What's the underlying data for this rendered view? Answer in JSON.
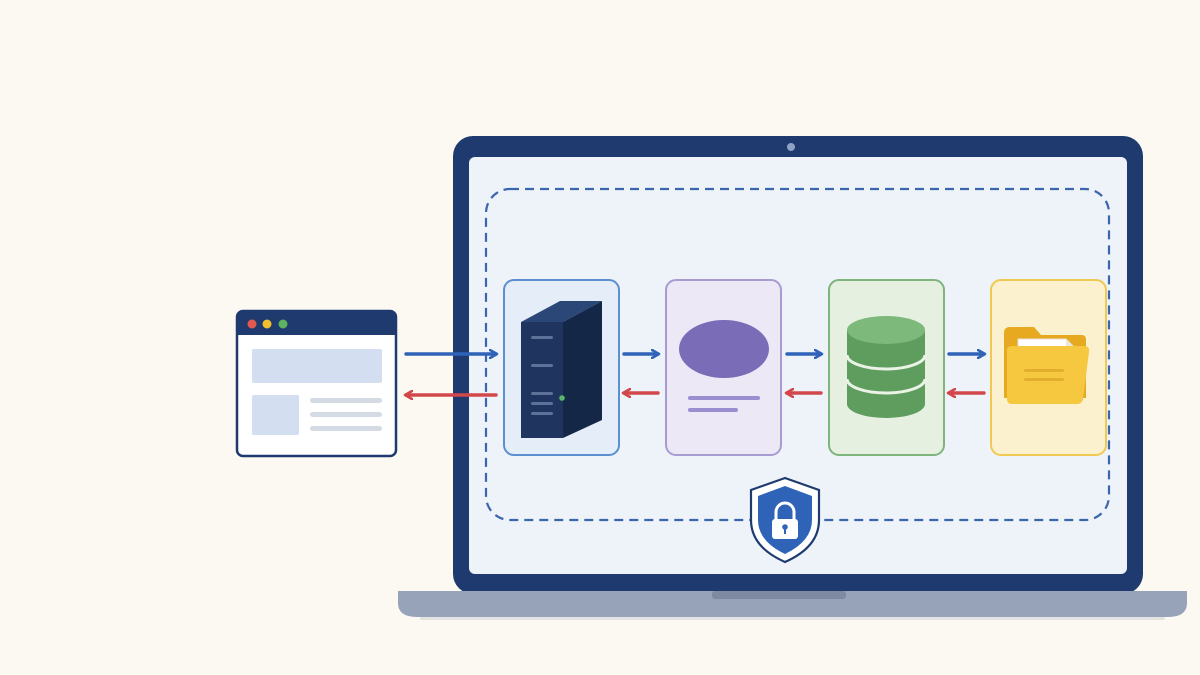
{
  "colors": {
    "background": "#fcf9f3",
    "laptop_bezel": "#1e3a6e",
    "laptop_screen": "#eef3fa",
    "laptop_base": "#97a3b8",
    "boundary_dash": "#3a66ad",
    "request_arrow": "#2f63b8",
    "response_arrow": "#d2474a",
    "server": "#1f3560",
    "app_oval": "#7b6cb7",
    "database": "#5f9d5f",
    "folder": "#f3c23e",
    "shield": "#2f63b8"
  },
  "icons": {
    "client": "browser-window-icon",
    "server": "server-tower-icon",
    "app": "application-icon",
    "database": "database-icon",
    "storage": "folder-icon",
    "security": "shield-lock-icon"
  },
  "nodes": [
    {
      "id": "server",
      "icon": "server-tower-icon",
      "fill": "#e4edf8",
      "stroke": "#5b8fd0"
    },
    {
      "id": "app",
      "icon": "application-icon",
      "fill": "#ece8f6",
      "stroke": "#a79bd2"
    },
    {
      "id": "database",
      "icon": "database-icon",
      "fill": "#e5f0e1",
      "stroke": "#7fb47c"
    },
    {
      "id": "storage",
      "icon": "folder-icon",
      "fill": "#fcf1cf",
      "stroke": "#efc951"
    }
  ],
  "edges": [
    {
      "from": "client",
      "to": "server",
      "direction": "request"
    },
    {
      "from": "server",
      "to": "client",
      "direction": "response"
    },
    {
      "from": "server",
      "to": "app",
      "direction": "request"
    },
    {
      "from": "app",
      "to": "server",
      "direction": "response"
    },
    {
      "from": "app",
      "to": "database",
      "direction": "request"
    },
    {
      "from": "database",
      "to": "app",
      "direction": "response"
    },
    {
      "from": "database",
      "to": "storage",
      "direction": "request"
    },
    {
      "from": "storage",
      "to": "database",
      "direction": "response"
    }
  ]
}
